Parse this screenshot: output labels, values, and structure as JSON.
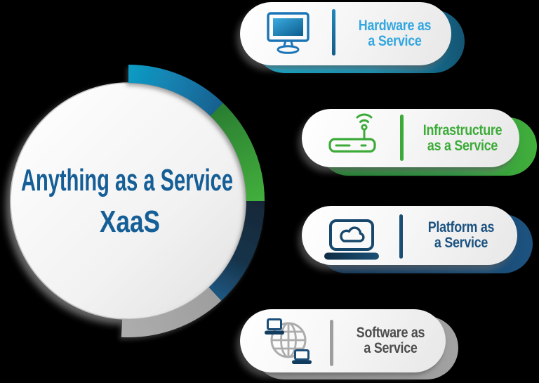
{
  "background_color": "#000000",
  "hub": {
    "title": "Anything as a Service",
    "subtitle": "XaaS",
    "text_color": "#155E96",
    "circle_fill": "#F4F4F4",
    "ring_segments": [
      {
        "service": "hardware",
        "from_deg": 0,
        "to_deg": 44,
        "color_start": "#109BC4",
        "color_end": "#19618F"
      },
      {
        "service": "infrastructure",
        "from_deg": 44,
        "to_deg": 90,
        "color_start": "#2B7F32",
        "color_end": "#42AE3C"
      },
      {
        "service": "platform",
        "from_deg": 90,
        "to_deg": 137,
        "color_start": "#132838",
        "color_end": "#1F567F"
      },
      {
        "service": "software",
        "from_deg": 137,
        "to_deg": 183,
        "color_start": "#9E9E9E",
        "color_end": "#ADADAD"
      }
    ]
  },
  "cards": [
    {
      "id": "hardware",
      "line1": "Hardware as",
      "line2": "a Service",
      "text_color": "#33A7E0",
      "icon": "monitor-icon",
      "accent_gradient": [
        "#0AA6C9",
        "#155573"
      ]
    },
    {
      "id": "infrastructure",
      "line1": "Infrastructure",
      "line2": "as a Service",
      "text_color": "#3CAB38",
      "icon": "router-icon",
      "accent_gradient": [
        "#1E7A2C",
        "#43AF3C"
      ]
    },
    {
      "id": "platform",
      "line1": "Platform as",
      "line2": "a Service",
      "text_color": "#1B5280",
      "icon": "laptop-cloud-icon",
      "accent_gradient": [
        "#0F3050",
        "#1D5380"
      ]
    },
    {
      "id": "software",
      "line1": "Software as",
      "line2": "a Service",
      "text_color": "#4D4D4D",
      "icon": "globe-laptops-icon",
      "accent_gradient": [
        "#8D8D8D",
        "#A2A2A2"
      ]
    }
  ]
}
